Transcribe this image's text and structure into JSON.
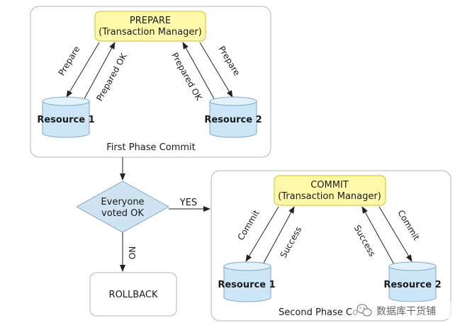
{
  "phase1": {
    "coordinator_line1": "PREPARE",
    "coordinator_line2": "(Transaction Manager)",
    "resource1": "Resource 1",
    "resource2": "Resource 2",
    "arrow_left_down": "Prepare",
    "arrow_left_up": "Prepared OK",
    "arrow_right_up": "Prepared OK",
    "arrow_right_down": "Prepare",
    "caption": "First Phase Commit"
  },
  "decision": {
    "line1": "Everyone",
    "line2": "voted OK",
    "yes_label": "YES",
    "no_label": "NO"
  },
  "rollback": {
    "label": "ROLLBACK"
  },
  "phase2": {
    "coordinator_line1": "COMMIT",
    "coordinator_line2": "(Transaction Manager)",
    "resource1": "Resource 1",
    "resource2": "Resource 2",
    "arrow_left_down": "Commit",
    "arrow_left_up": "Success",
    "arrow_right_up": "Success",
    "arrow_right_down": "Commit",
    "caption": "Second Phase Co"
  },
  "watermark": {
    "text": "数据库干货铺"
  },
  "colors": {
    "coordinator_fill": "#fef9a8",
    "coordinator_border": "#d9c84a",
    "cylinder_fill": "#cde6f7",
    "cylinder_border": "#7fa7c4",
    "diamond_fill": "#cfe3f0",
    "diamond_border": "#7fa7c4",
    "panel_border": "#b5b5b5",
    "arrow": "#222222"
  }
}
